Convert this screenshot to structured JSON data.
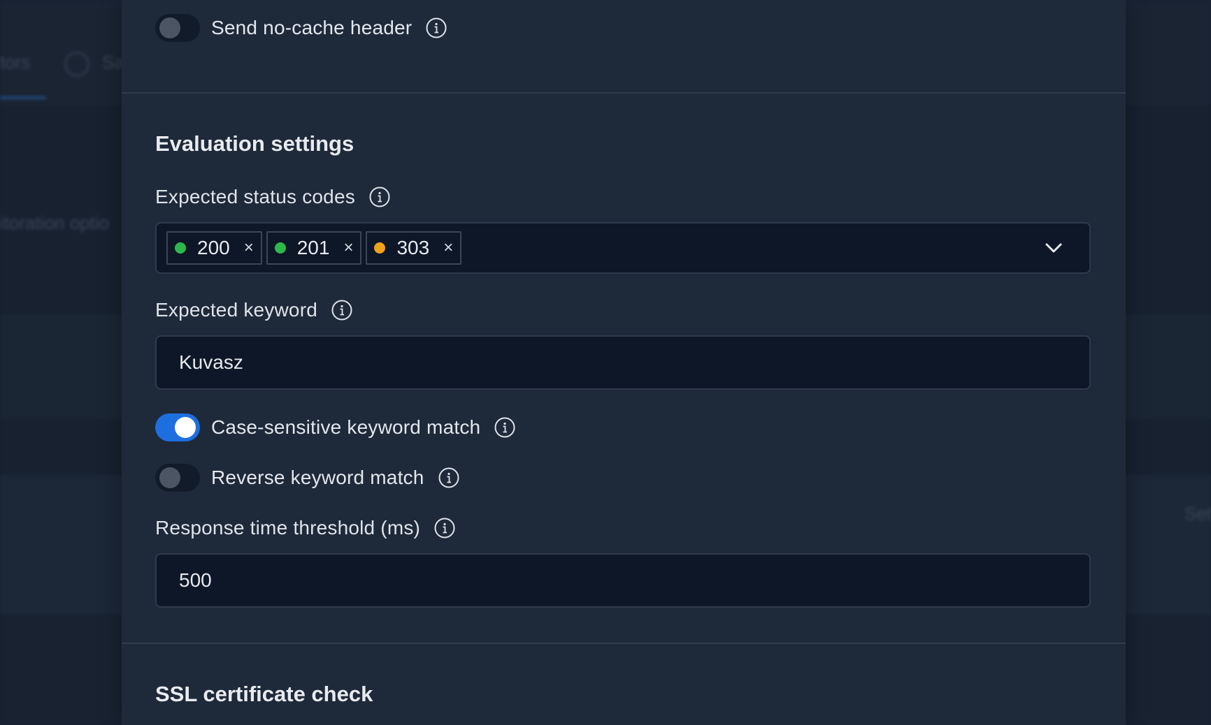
{
  "background": {
    "partial_texts": [
      "tors",
      "Sa",
      "itoration optio",
      "Set"
    ]
  },
  "panel": {
    "send_no_cache": {
      "label": "Send no-cache header",
      "enabled": false
    },
    "evaluation": {
      "title": "Evaluation settings",
      "status_codes": {
        "label": "Expected status codes",
        "chips": [
          {
            "code": "200",
            "color": "#2eb84b",
            "remove": "×"
          },
          {
            "code": "201",
            "color": "#2eb84b",
            "remove": "×"
          },
          {
            "code": "303",
            "color": "#f0a21a",
            "remove": "×"
          }
        ]
      },
      "keyword": {
        "label": "Expected keyword",
        "value": "Kuvasz"
      },
      "case_sensitive": {
        "label": "Case-sensitive keyword match",
        "enabled": true
      },
      "reverse": {
        "label": "Reverse keyword match",
        "enabled": false
      },
      "response_threshold": {
        "label": "Response time threshold (ms)",
        "value": "500"
      }
    },
    "ssl": {
      "title": "SSL certificate check"
    }
  },
  "colors": {
    "accent": "#1d6fe0",
    "panel_bg": "#1e2939",
    "input_bg": "#0e1727",
    "status_ok": "#2eb84b",
    "status_redirect": "#f0a21a"
  },
  "icons": [
    "info-icon",
    "chevron-down-icon",
    "remove-icon"
  ]
}
